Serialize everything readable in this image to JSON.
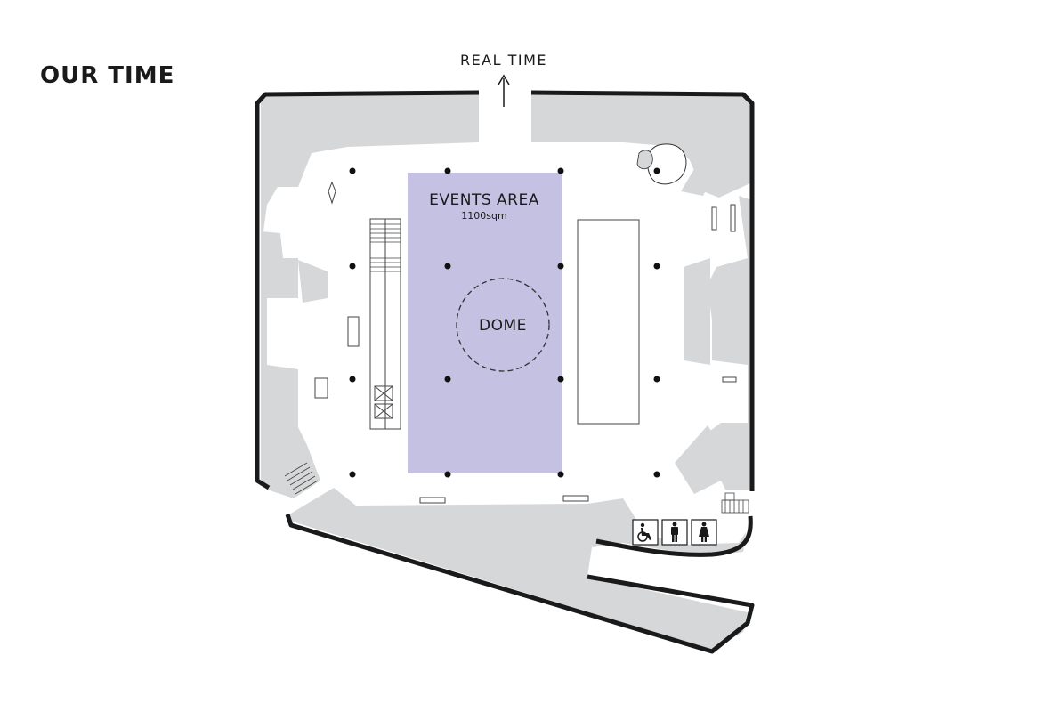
{
  "page": {
    "title": "OUR TIME"
  },
  "exit": {
    "label": "REAL TIME"
  },
  "events_area": {
    "name": "EVENTS AREA",
    "size": "1100sqm",
    "fill": "#c5c1e2"
  },
  "dome": {
    "label": "DOME"
  },
  "colors": {
    "wall": "#1a1a1a",
    "room": "#d6d7d8",
    "floor": "#ffffff"
  },
  "icons": [
    "accessible-toilet-icon",
    "male-toilet-icon",
    "female-toilet-icon"
  ]
}
